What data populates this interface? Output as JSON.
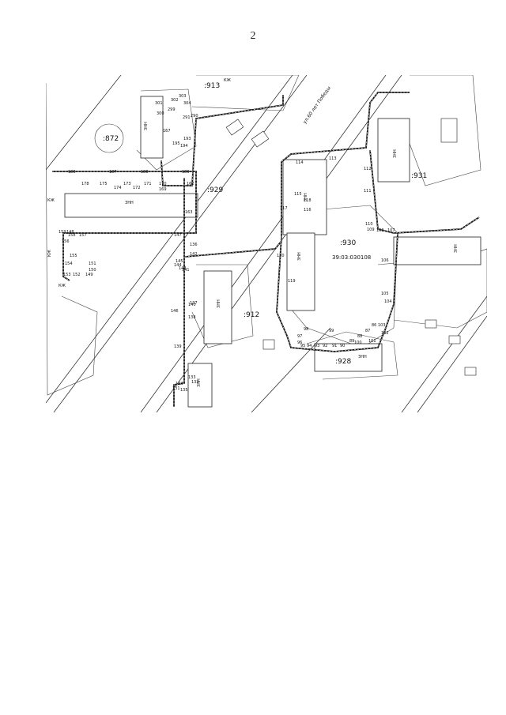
{
  "page": {
    "number": "2"
  },
  "map": {
    "parcels": [
      ":913",
      ":872",
      ":929",
      ":930",
      ":931",
      ":912",
      ":928"
    ],
    "cadastral_quarter": "39:03:030108",
    "street": "ул.60 лет Победы",
    "building_marks": [
      "ЗНН",
      "ЗНН",
      "ЗНН",
      "ЗНН",
      "ЗНН",
      "ЗНН",
      "ЗНН",
      "ЗНН",
      "ЗНН"
    ],
    "small_labels": [
      "КЖ",
      "КЖ",
      "КЖ",
      "КЖ"
    ],
    "point_numbers": {
      "top_left": [
        "301",
        "302",
        "303",
        "304",
        "300",
        "299",
        "291",
        "290",
        "167",
        "195",
        "194",
        "193"
      ],
      "cross": [
        "186",
        "187",
        "188",
        "189",
        "178",
        "175",
        "174",
        "173",
        "172",
        "171",
        "170",
        "169",
        "163",
        "162"
      ],
      "left": [
        "159",
        "158",
        "157",
        "156",
        "155",
        "154",
        "153",
        "152",
        "151",
        "150",
        "149",
        "148"
      ],
      "center": [
        "147",
        "146",
        "145",
        "144",
        "143",
        "142",
        "141",
        "140",
        "139",
        "138",
        "137",
        "136",
        "135",
        "134",
        "133",
        "132",
        "131"
      ],
      "right": [
        "120",
        "119",
        "118",
        "117",
        "116",
        "115",
        "114",
        "113",
        "112",
        "111",
        "110",
        "109",
        "108",
        "107",
        "106",
        "105",
        "104",
        "103",
        "102",
        "101"
      ],
      "bottom": [
        "100",
        "99",
        "98",
        "97",
        "96",
        "95",
        "94",
        "93",
        "92",
        "91",
        "90",
        "89",
        "88",
        "87",
        "86"
      ]
    }
  }
}
